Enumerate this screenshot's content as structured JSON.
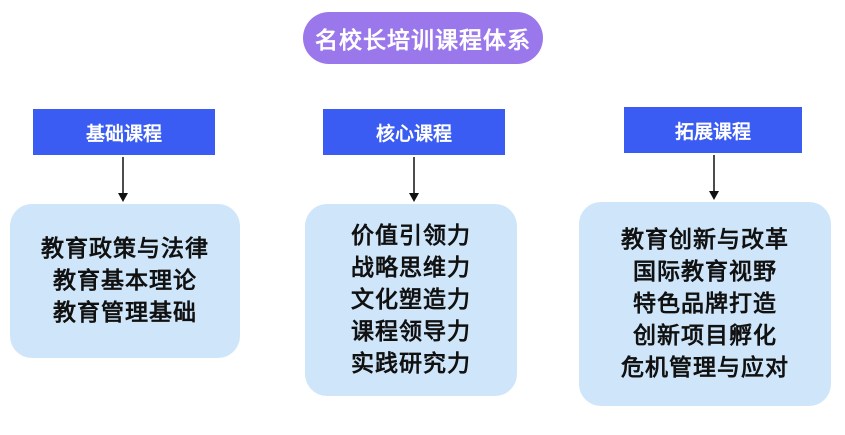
{
  "title": "名校长培训课程体系",
  "columns": [
    {
      "header": "基础课程",
      "items": [
        "教育政策与法律",
        "教育基本理论",
        "教育管理基础"
      ]
    },
    {
      "header": "核心课程",
      "items": [
        "价值引领力",
        "战略思维力",
        "文化塑造力",
        "课程领导力",
        "实践研究力"
      ]
    },
    {
      "header": "拓展课程",
      "items": [
        "教育创新与改革",
        "国际教育视野",
        "特色品牌打造",
        "创新项目孵化",
        "危机管理与应对"
      ]
    }
  ],
  "colors": {
    "title_bg": "#9b77ec",
    "header_bg": "#3a5cf2",
    "card_bg": "#cfe6fa",
    "arrow": "#111111"
  }
}
